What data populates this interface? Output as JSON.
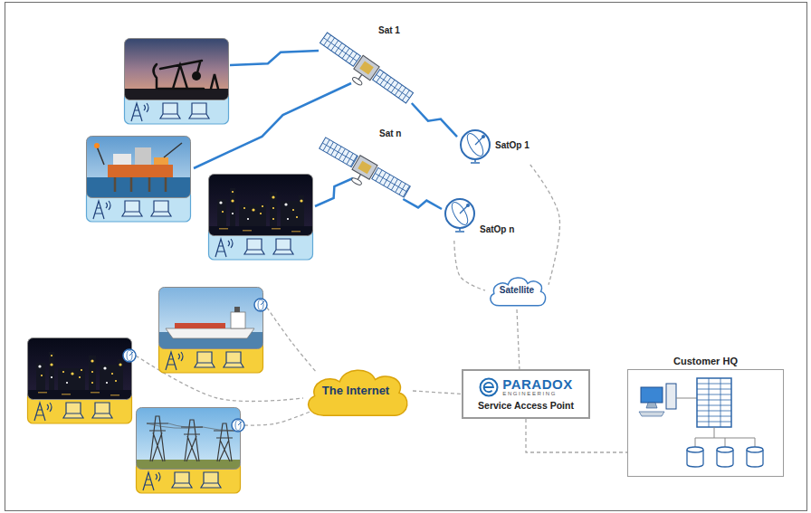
{
  "diagram": {
    "nodes": [
      {
        "text": [
          "Sat 1"
        ]
      },
      {
        "text": [
          "SatOp 1"
        ]
      },
      {
        "text": [
          "Sat n"
        ]
      },
      {
        "text": [
          "SatOp n"
        ]
      },
      {
        "text": [
          "Satellite"
        ]
      },
      {
        "text": [
          "The Internet"
        ]
      },
      {
        "text": [
          "PARADOX",
          "ENGINEERING",
          "Service Access Point"
        ]
      },
      {
        "text": [
          "Customer HQ"
        ]
      }
    ],
    "edges": [
      {
        "from": 0,
        "to": 1,
        "arrow": "none"
      },
      {
        "from": 2,
        "to": 3,
        "arrow": "none"
      },
      {
        "from": 1,
        "to": 4,
        "arrow": "none"
      },
      {
        "from": 3,
        "to": 4,
        "arrow": "none"
      },
      {
        "from": 4,
        "to": 6,
        "arrow": "none"
      },
      {
        "from": 5,
        "to": 6,
        "arrow": "none"
      },
      {
        "from": 6,
        "to": 7,
        "arrow": "none"
      }
    ]
  }
}
